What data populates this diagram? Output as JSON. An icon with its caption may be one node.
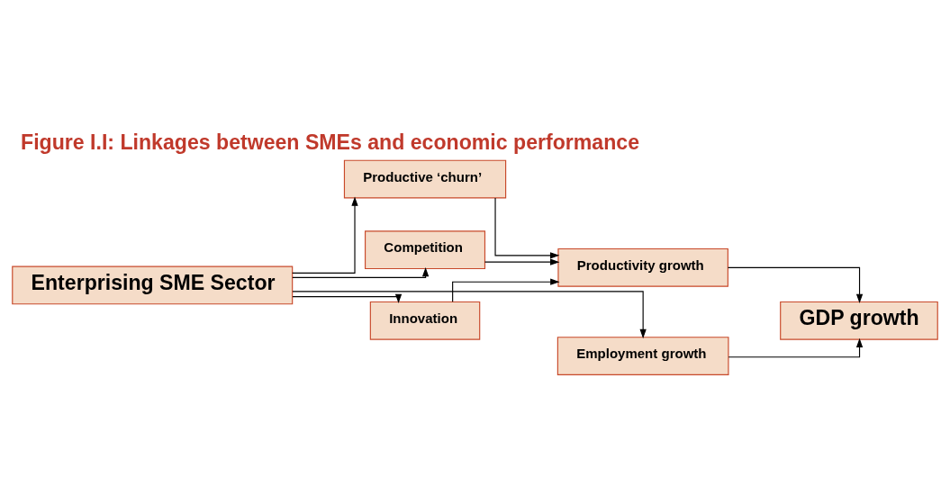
{
  "diagram": {
    "title": "Figure I.I: Linkages between SMEs and economic performance",
    "nodes": [
      {
        "text": [
          "Enterprising SME Sector"
        ]
      },
      {
        "text": [
          "Productive ‘churn’"
        ]
      },
      {
        "text": [
          "Competition"
        ]
      },
      {
        "text": [
          "Innovation"
        ]
      },
      {
        "text": [
          "Productivity growth"
        ]
      },
      {
        "text": [
          "GDP growth"
        ]
      },
      {
        "text": [
          "Employment growth"
        ]
      }
    ],
    "edges": [
      {
        "from": 0,
        "to": 1,
        "arrow": "to"
      },
      {
        "from": 0,
        "to": 2,
        "arrow": "to"
      },
      {
        "from": 0,
        "to": 3,
        "arrow": "to"
      },
      {
        "from": 1,
        "to": 4,
        "arrow": "to"
      },
      {
        "from": 2,
        "to": 4,
        "arrow": "to"
      },
      {
        "from": 3,
        "to": 4,
        "arrow": "to"
      },
      {
        "from": 4,
        "to": 5,
        "arrow": "to"
      },
      {
        "from": 0,
        "to": 6,
        "arrow": "to"
      },
      {
        "from": 6,
        "to": 5,
        "arrow": "to"
      }
    ]
  }
}
